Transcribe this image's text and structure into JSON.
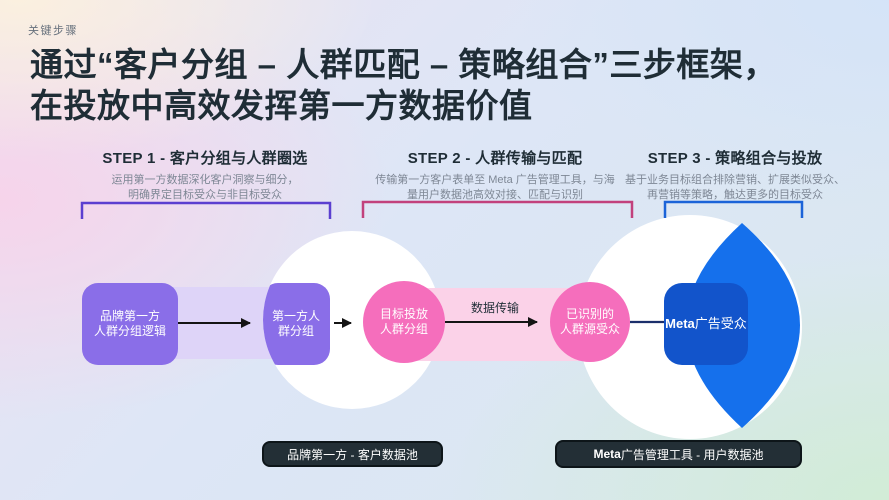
{
  "page": {
    "eyebrow": "关键步骤",
    "title_line1": "通过“客户分组 – 人群匹配 – 策略组合”三步框架，",
    "title_line2": "在投放中高效发挥第一方数据价值"
  },
  "steps": [
    {
      "title": "STEP 1 - 客户分组与人群圈选",
      "desc1": "运用第一方数据深化客户洞察与细分，",
      "desc2": "明确界定目标受众与非目标受众",
      "accent": "#5b3fd0"
    },
    {
      "title": "STEP 2 - 人群传输与匹配",
      "desc1": "传输第一方客户表单至 Meta 广告管理工具，与海",
      "desc2": "量用户数据池高效对接、匹配与识别",
      "accent": "#c2417c"
    },
    {
      "title": "STEP 3 - 策略组合与投放",
      "desc1": "基于业务目标组合排除营销、扩展类似受众、",
      "desc2": "再营销等策略，触达更多的目标受众",
      "accent": "#1b63d8"
    }
  ],
  "diagram": {
    "node1": {
      "line1": "品牌第一方",
      "line2": "人群分组逻辑"
    },
    "node2": {
      "line1": "第一方人",
      "line2": "群分组"
    },
    "node3": {
      "line1": "目标投放",
      "line2": "人群分组"
    },
    "node4": {
      "line1": "已识别的",
      "line2": "人群源受众"
    },
    "node5_bold": "Meta",
    "node5_rest": "广告受众",
    "transfer_label": "数据传输"
  },
  "footers": {
    "left": "品牌第一方 - 客户数据池",
    "right_bold": "Meta",
    "right_rest": " 广告管理工具 - 用户数据池"
  },
  "colors": {
    "node_purple": "#8a6ee8",
    "band_purple": "#ded4f8",
    "node_pink": "#f56ebc",
    "band_pink": "#fbd2e8",
    "meta_box_blue": "#1254cb",
    "lens_blue": "#1570ec",
    "connector_navy": "#1b2f6b",
    "arrow_black": "#141414",
    "pill_dark": "#232f36",
    "title_text": "#1f2d36"
  }
}
